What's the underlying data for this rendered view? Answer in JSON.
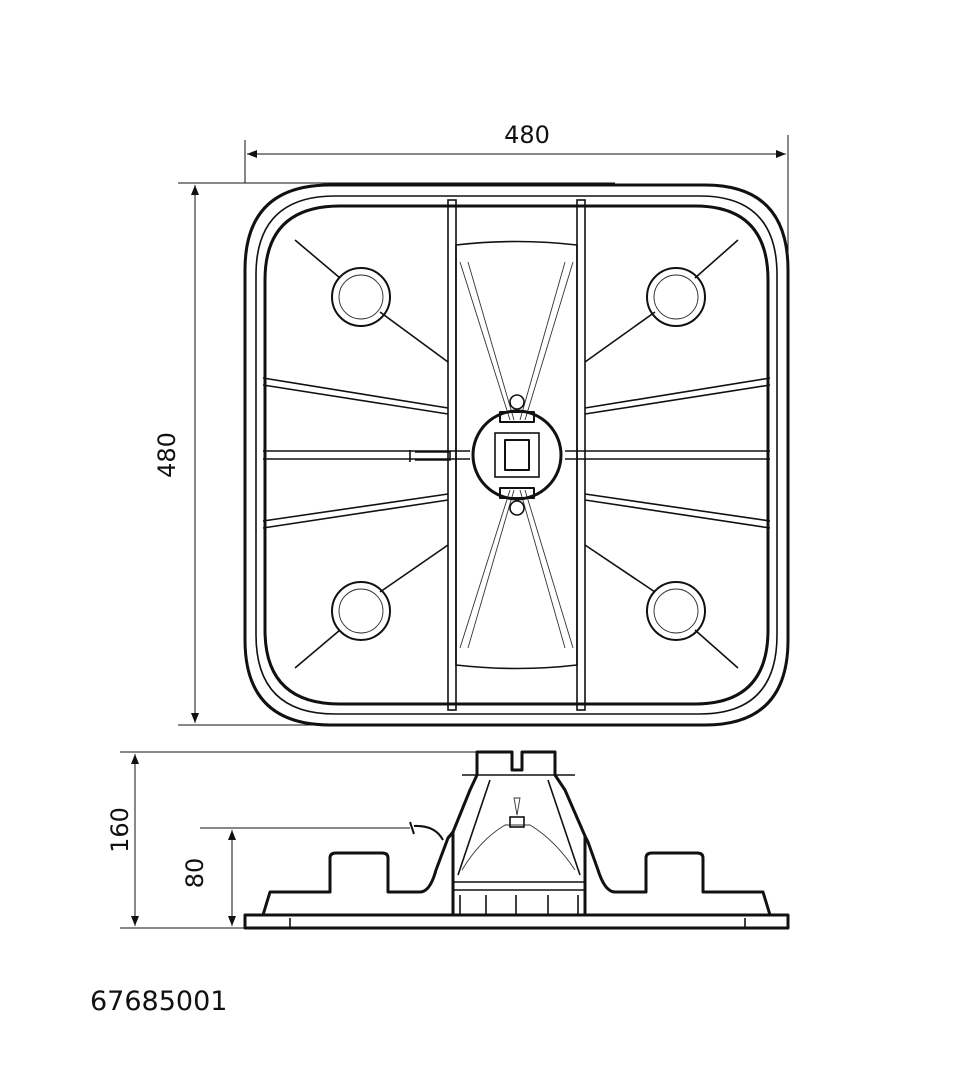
{
  "dimensions": {
    "top_width": "480",
    "top_depth": "480",
    "side_height_total": "160",
    "side_height_inlet": "80"
  },
  "part_number": "67685001",
  "colors": {
    "line": "#111111",
    "background": "#ffffff"
  }
}
